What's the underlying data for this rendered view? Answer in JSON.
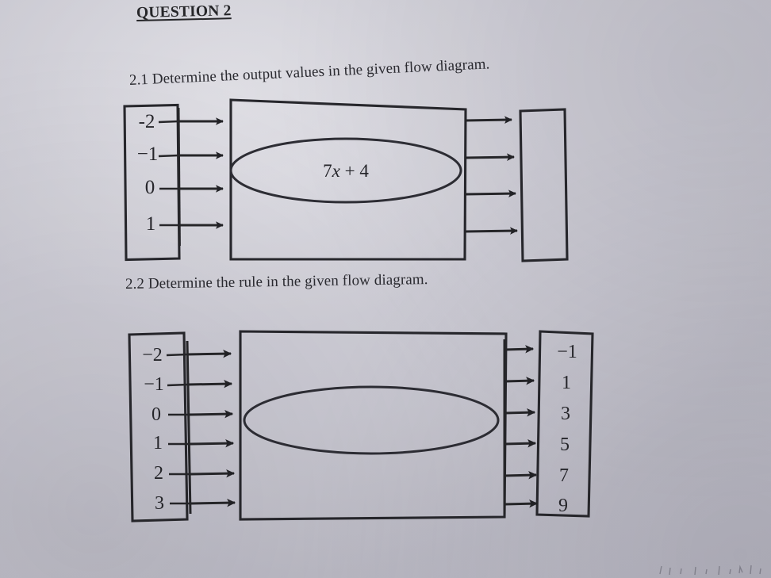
{
  "heading": "QUESTION 2",
  "questions": [
    {
      "id": "2.1",
      "prompt": "2.1 Determine the output values in the given flow diagram.",
      "diagram": {
        "inputs": [
          "-2",
          "−1",
          "0",
          "1"
        ],
        "rule": "7x + 4",
        "rule_coefficient": "7",
        "rule_variable": "x",
        "rule_operator": "+",
        "rule_constant": "4",
        "outputs": [
          "",
          "",
          "",
          ""
        ],
        "outputs_blank": true,
        "arrow_count_in": 4,
        "arrow_count_out": 4
      }
    },
    {
      "id": "2.2",
      "prompt": "2.2 Determine the rule in the given flow diagram.",
      "diagram": {
        "inputs": [
          "−2",
          "−1",
          "0",
          "1",
          "2",
          "3"
        ],
        "rule": "",
        "rule_blank": true,
        "outputs": [
          "−1",
          "1",
          "3",
          "5",
          "7",
          "9"
        ],
        "arrow_count_in": 6,
        "arrow_count_out": 6
      }
    }
  ],
  "colors": {
    "ink": "#26262b",
    "paper": "#c3c2ca",
    "paper_light": "#d6d5dd",
    "paper_dark": "#b6b5c0"
  }
}
